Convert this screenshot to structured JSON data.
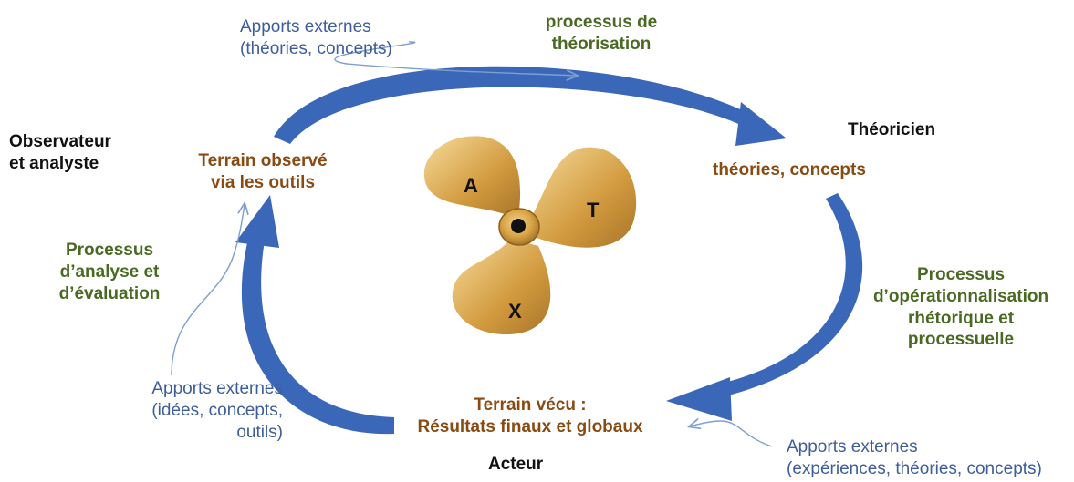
{
  "colors": {
    "arrow_blue": "#3b67b9",
    "thin_arrow": "#7f9fd0",
    "green_text": "#4a6a23",
    "brown_text": "#8a4b12",
    "blue_text": "#3d5d9c",
    "propeller_gold": "#d9a548"
  },
  "roles": {
    "observer": [
      "Observateur",
      "et analyste"
    ],
    "theorist": "Théoricien",
    "actor": "Acteur"
  },
  "processes": {
    "theorisation": [
      "processus de",
      "théorisation"
    ],
    "operationalisation": [
      "Processus",
      "d’opérationnalisation",
      "rhétorique et",
      "processuelle"
    ],
    "analysis": [
      "Processus",
      "d’analyse et",
      "d’évaluation"
    ]
  },
  "stages": {
    "observed": [
      "Terrain observé",
      "via les outils"
    ],
    "theories": "théories, concepts",
    "lived": [
      "Terrain vécu :",
      "Résultats finaux et globaux"
    ]
  },
  "external_inputs": {
    "top": [
      "Apports externes",
      "(théories, concepts)"
    ],
    "left": [
      "Apports externes",
      "(idées, concepts,",
      "outils)"
    ],
    "bottom": [
      "Apports externes",
      "(expériences, théories, concepts)"
    ]
  },
  "propeller": {
    "icon": "propeller-icon",
    "letters": [
      "A",
      "T",
      "X"
    ]
  }
}
